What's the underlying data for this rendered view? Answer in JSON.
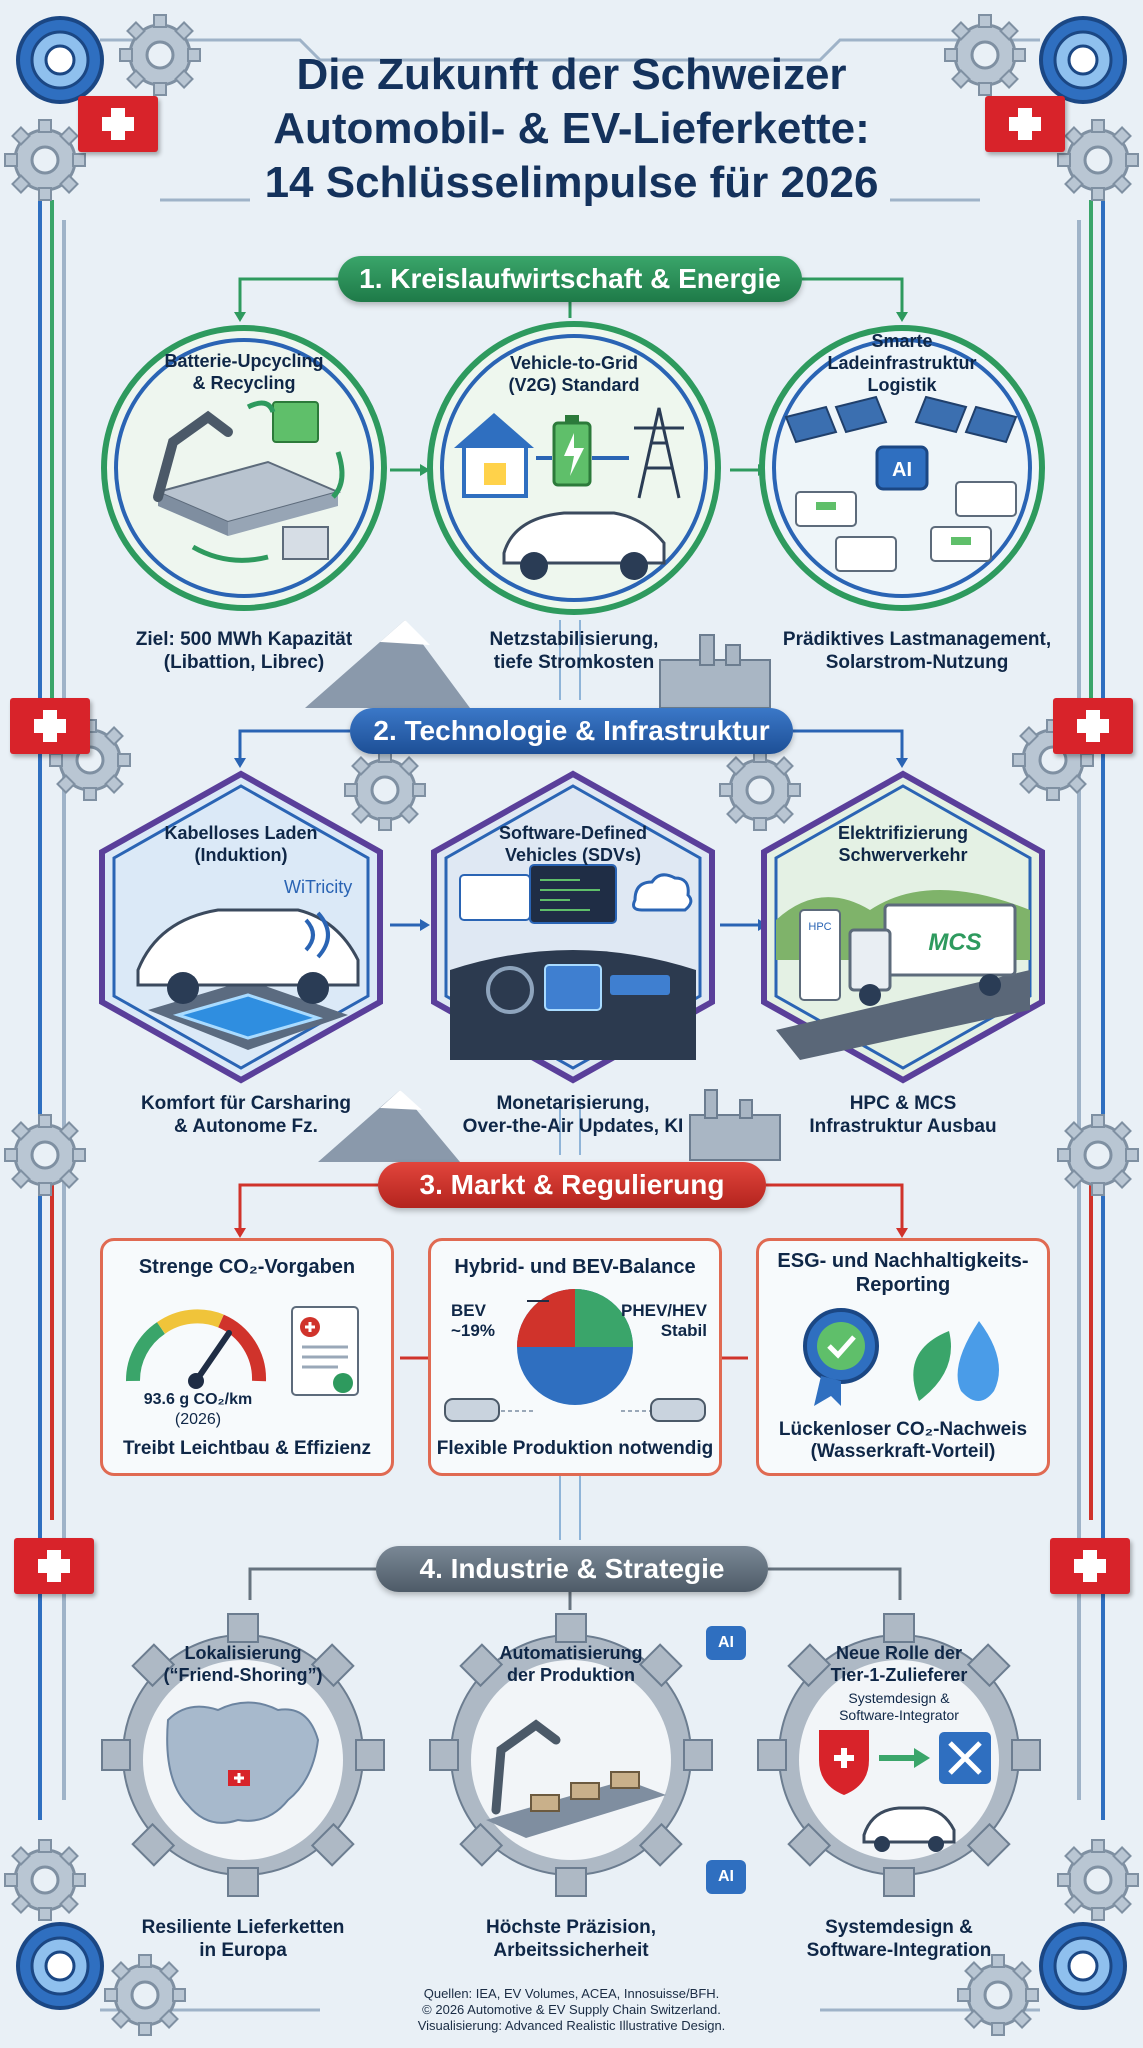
{
  "title": {
    "line1": "Die Zukunft der Schweizer",
    "line2": "Automobil- & EV-Lieferkette:",
    "line3": "14 Schlüsselimpulse für 2026"
  },
  "section1": {
    "title": "1. Kreislaufwirtschaft & Energie",
    "items": [
      {
        "label1": "Batterie-Upcycling",
        "label2": "& Recycling",
        "cap1": "Ziel: 500 MWh Kapazität",
        "cap2": "(Libattion, Librec)"
      },
      {
        "label1": "Vehicle-to-Grid",
        "label2": "(V2G) Standard",
        "cap1": "Netzstabilisierung,",
        "cap2": "tiefe Stromkosten"
      },
      {
        "label1": "Smarte",
        "label2": "Ladeinfrastruktur",
        "label3": "Logistik",
        "cap1": "Prädiktives Lastmanagement,",
        "cap2": "Solarstrom-Nutzung",
        "ai_badge": "AI"
      }
    ]
  },
  "section2": {
    "title": "2. Technologie & Infrastruktur",
    "items": [
      {
        "label1": "Kabelloses Laden",
        "label2": "(Induktion)",
        "brand": "WiTricity",
        "cap1": "Komfort für Carsharing",
        "cap2": "& Autonome Fz."
      },
      {
        "label1": "Software-Defined",
        "label2": "Vehicles (SDVs)",
        "cap1": "Monetarisierung,",
        "cap2": "Over-the-Air Updates, KI"
      },
      {
        "label1": "Elektrifizierung",
        "label2": "Schwerverkehr",
        "truck_text": "MCS",
        "hpc_text": "HPC",
        "cap1": "HPC & MCS",
        "cap2": "Infrastruktur Ausbau"
      }
    ]
  },
  "section3": {
    "title": "3. Markt & Regulierung",
    "boxes": [
      {
        "title": "Strenge CO₂-Vorgaben",
        "value": "93.6 g CO₂/km",
        "year": "(2026)",
        "caption": "Treibt Leichtbau & Effizienz"
      },
      {
        "title": "Hybrid- und BEV-Balance",
        "bev_label": "BEV",
        "bev_value": "~19%",
        "phev_label": "PHEV/HEV",
        "phev_value": "Stabil",
        "caption": "Flexible Produktion notwendig"
      },
      {
        "title1": "ESG- und Nachhaltigkeits-",
        "title2": "Reporting",
        "caption1": "Lückenloser CO₂-Nachweis",
        "caption2": "(Wasserkraft-Vorteil)"
      }
    ]
  },
  "section4": {
    "title": "4. Industrie & Strategie",
    "items": [
      {
        "label1": "Lokalisierung",
        "label2": "(“Friend-Shoring”)",
        "cap1": "Resiliente Lieferketten",
        "cap2": "in Europa"
      },
      {
        "label1": "Automatisierung",
        "label2": "der Produktion",
        "cap1": "Höchste Präzision,",
        "cap2": "Arbeitssicherheit"
      },
      {
        "label1": "Neue Rolle der",
        "label2": "Tier-1-Zulieferer",
        "sub1": "Systemdesign &",
        "sub2": "Software-Integrator",
        "cap1": "Systemdesign &",
        "cap2": "Software-Integration"
      }
    ],
    "ai_badge": "AI"
  },
  "footer": {
    "line1": "Quellen: IEA, EV Volumes, ACEA, Innosuisse/BFH.",
    "line2": "© 2026 Automotive & EV Supply Chain Switzerland.",
    "line3": "Visualisierung: Advanced Realistic Illustrative Design."
  },
  "colors": {
    "section1": "#2e9a5e",
    "section2": "#2a64b4",
    "section3": "#d0332b",
    "section4": "#66737f",
    "swiss_red": "#d8232a"
  }
}
